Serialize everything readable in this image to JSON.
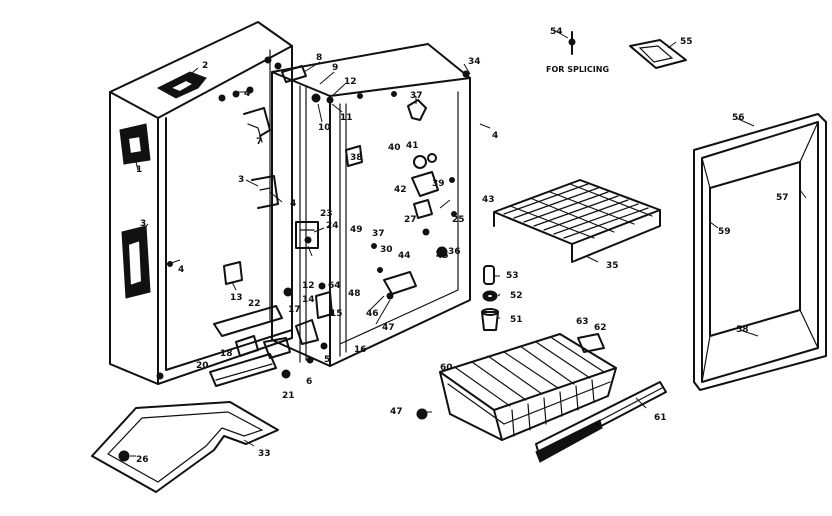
{
  "labels": {
    "l1": "1",
    "l2": "2",
    "l3a": "3",
    "l3b": "3",
    "l4a": "4",
    "l4b": "4",
    "l4c": "4",
    "l4d": "4",
    "l5": "5",
    "l6": "6",
    "l7": "7",
    "l8": "8",
    "l9": "9",
    "l10": "10",
    "l11": "11",
    "l12a": "12",
    "l12b": "12",
    "l13": "13",
    "l14": "14",
    "l15": "15",
    "l16": "16",
    "l17": "17",
    "l18": "18",
    "l20": "20",
    "l21": "21",
    "l22": "22",
    "l23": "23",
    "l24": "24",
    "l25": "25",
    "l26": "26",
    "l27": "27",
    "l30": "30",
    "l33": "33",
    "l34": "34",
    "l35": "35",
    "l36": "36",
    "l37a": "37",
    "l37b": "37",
    "l38": "38",
    "l39": "39",
    "l40": "40",
    "l41": "41",
    "l42": "42",
    "l43": "43",
    "l44": "44",
    "l45": "45",
    "l46": "46",
    "l47a": "47",
    "l47b": "47",
    "l48": "48",
    "l49": "49",
    "l51": "51",
    "l52": "52",
    "l53": "53",
    "l54": "54",
    "l55": "55",
    "l56": "56",
    "l57": "57",
    "l58": "58",
    "l59": "59",
    "l60": "60",
    "l61": "61",
    "l62": "62",
    "l63": "63",
    "l64": "64",
    "splicing": "FOR SPLICING"
  },
  "colors": {
    "ink": "#111111",
    "paper": "#ffffff"
  }
}
